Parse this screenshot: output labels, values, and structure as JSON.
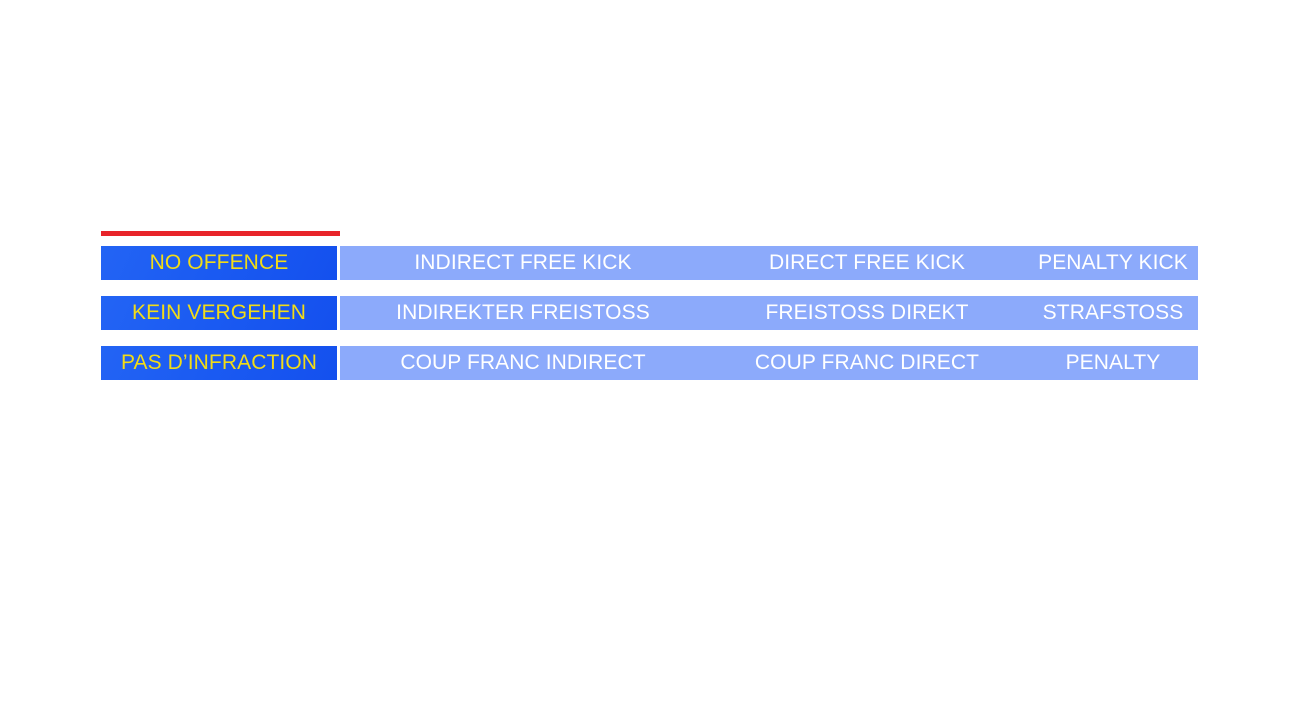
{
  "slide": {
    "background_color": "#FFFFFF",
    "accent_rule_color": "#E8242A",
    "primary_cell_color": "#1B5BF2",
    "primary_text_color": "#F2DC16",
    "band_cell_color": "#8CAAFB",
    "band_text_color": "#FFFFFF"
  },
  "columns": {
    "headers": [
      "",
      "INDIRECT FREE KICK",
      "DIRECT FREE KICK",
      "PENALTY KICK"
    ]
  },
  "rows": [
    {
      "language": "english",
      "no_offence": "NO OFFENCE",
      "indirect": "INDIRECT FREE KICK",
      "direct": "DIRECT FREE KICK",
      "penalty": "PENALTY KICK"
    },
    {
      "language": "german",
      "no_offence": "KEIN VERGEHEN",
      "indirect": "INDIREKTER FREISTOSS",
      "direct": "FREISTOSS DIREKT",
      "penalty": "STRAFSTOSS"
    },
    {
      "language": "french",
      "no_offence": "PAS D’INFRACTION",
      "indirect": "COUP FRANC INDIRECT",
      "direct": "COUP FRANC DIRECT",
      "penalty": "PENALTY"
    }
  ]
}
